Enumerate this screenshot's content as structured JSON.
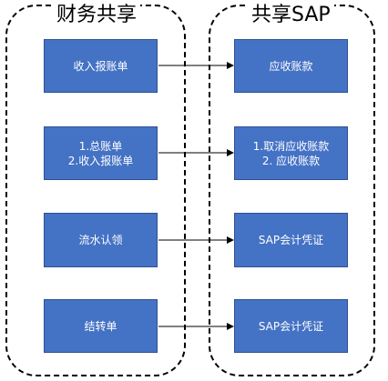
{
  "lanes": {
    "left_title": "财务共享",
    "right_title": "共享SAP"
  },
  "left_boxes": [
    {
      "lines": [
        "收入报账单",
        ""
      ]
    },
    {
      "lines": [
        "1.总账单",
        "2.收入报账单"
      ]
    },
    {
      "lines": [
        "流水认领",
        ""
      ]
    },
    {
      "lines": [
        "结转单",
        ""
      ]
    }
  ],
  "right_boxes": [
    {
      "lines": [
        "应收账款",
        ""
      ]
    },
    {
      "lines": [
        "1.取消应收账款",
        "2. 应收账款"
      ]
    },
    {
      "lines": [
        "SAP会计凭证",
        ""
      ]
    },
    {
      "lines": [
        "SAP会计凭证",
        ""
      ]
    }
  ],
  "colors": {
    "box_fill": "#4472c4",
    "box_border": "#2f528f",
    "text": "#ffffff",
    "lane_border": "#000000"
  }
}
